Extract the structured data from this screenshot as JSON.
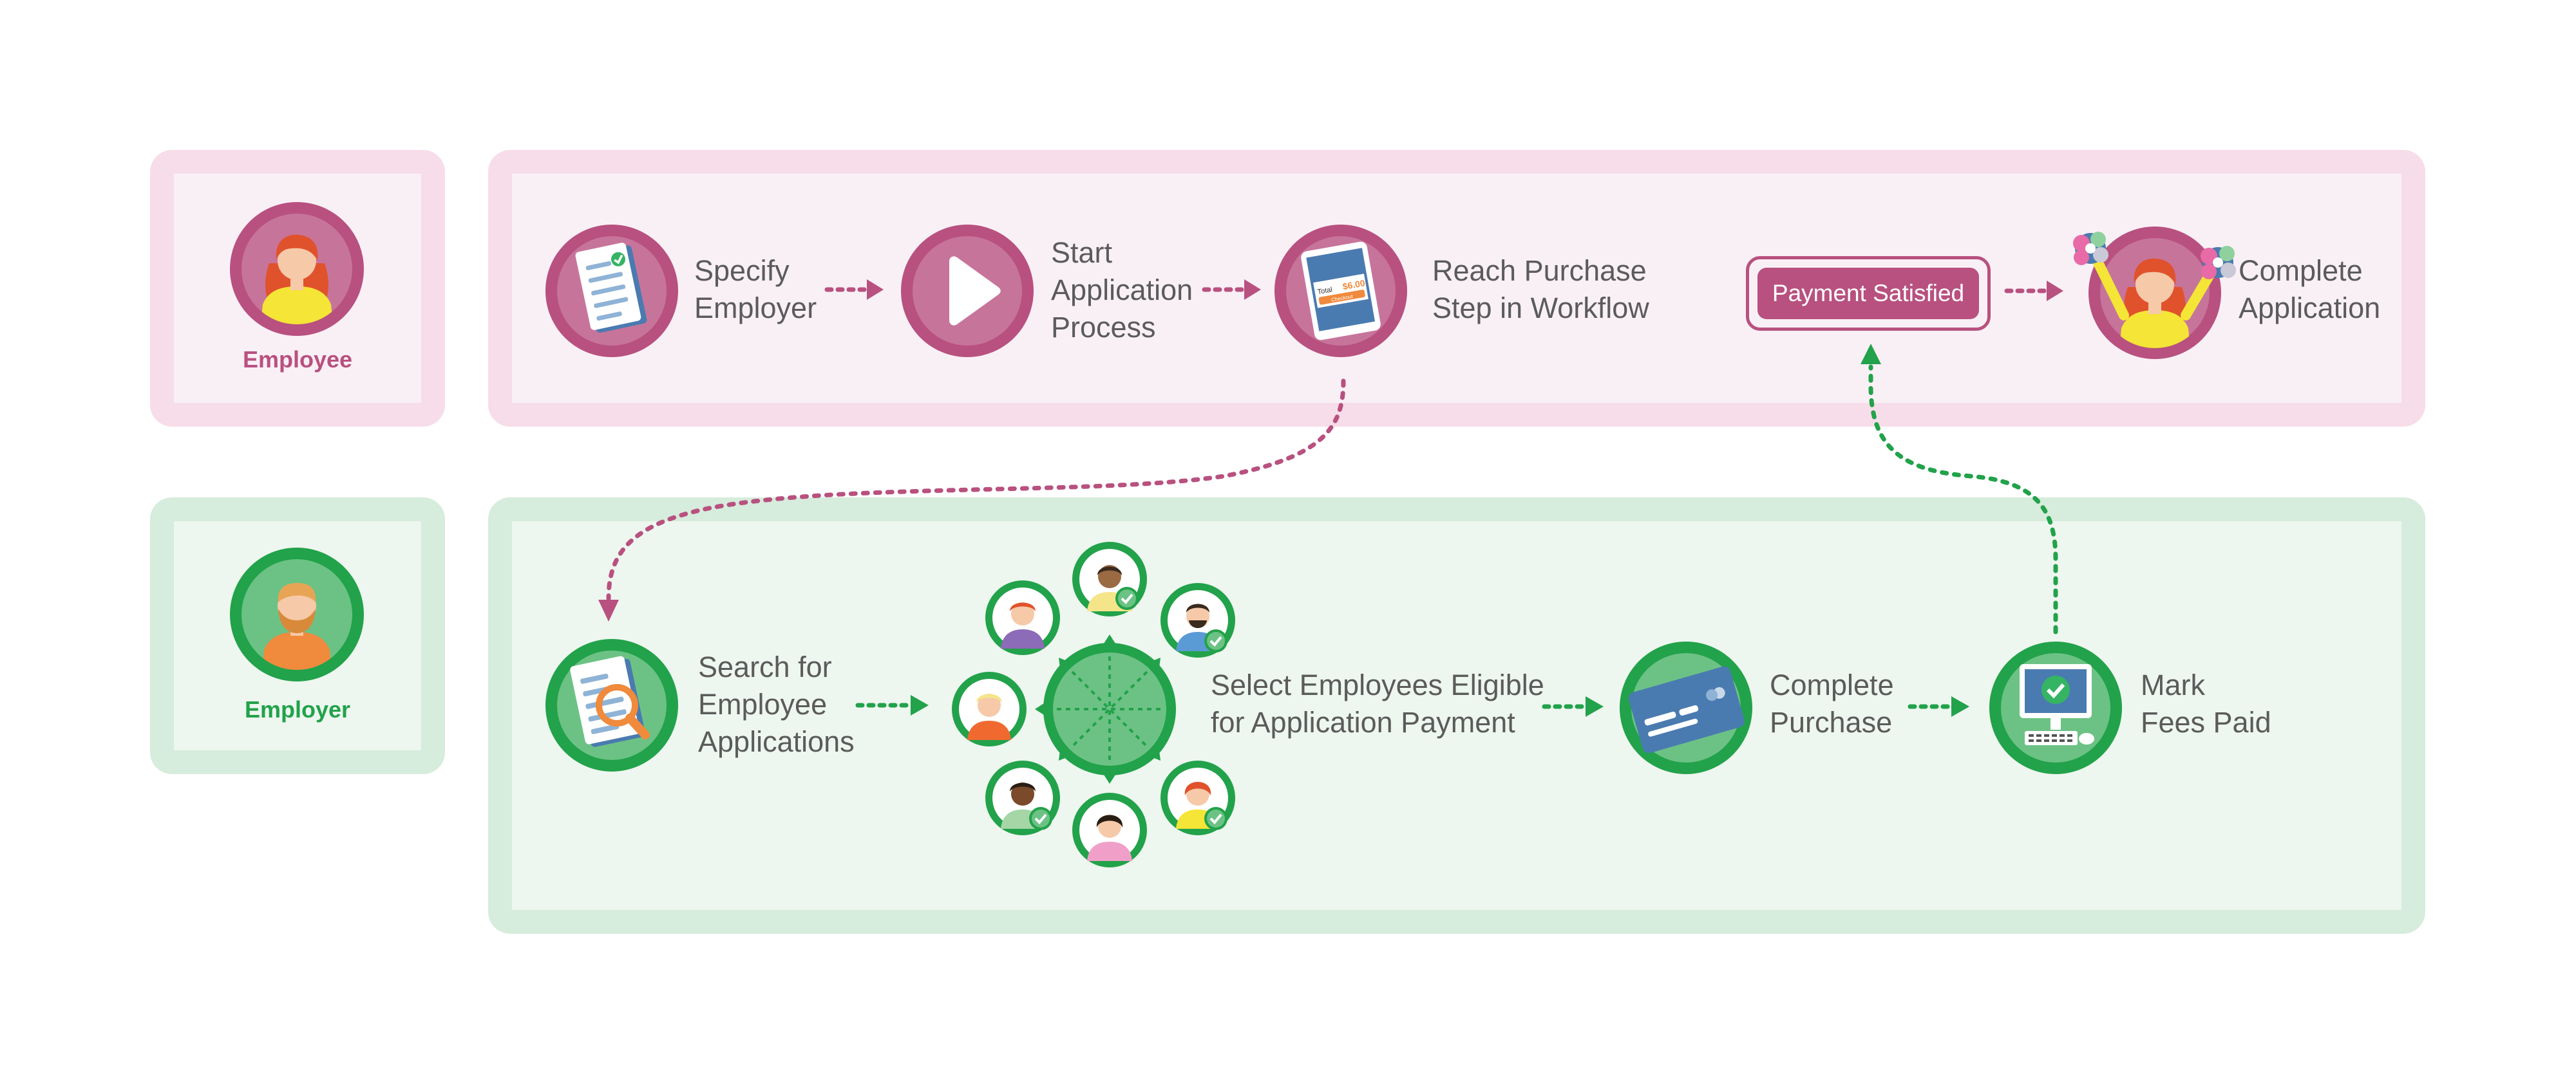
{
  "roles": {
    "employee": "Employee",
    "employer": "Employer"
  },
  "employee_steps": {
    "specify_employer": "Specify\nEmployer",
    "start_process": "Start\nApplication\nProcess",
    "reach_purchase": "Reach Purchase\nStep in Workflow",
    "payment_satisfied": "Payment Satisfied",
    "complete_application": "Complete\nApplication"
  },
  "employer_steps": {
    "search_applications": "Search for\nEmployee\nApplications",
    "select_eligible": "Select Employees Eligible\nfor Application Payment",
    "complete_purchase": "Complete\nPurchase",
    "mark_fees_paid": "Mark\nFees Paid"
  },
  "tablet": {
    "total_label": "Total",
    "total_value": "$6.00",
    "checkout_label": "Checkout"
  },
  "colors": {
    "employee_accent": "#b8517f",
    "employer_accent": "#22a24a",
    "employee_lane": "#f7dde9",
    "employer_lane": "#d6ecdc",
    "text": "#5b5b5b"
  }
}
